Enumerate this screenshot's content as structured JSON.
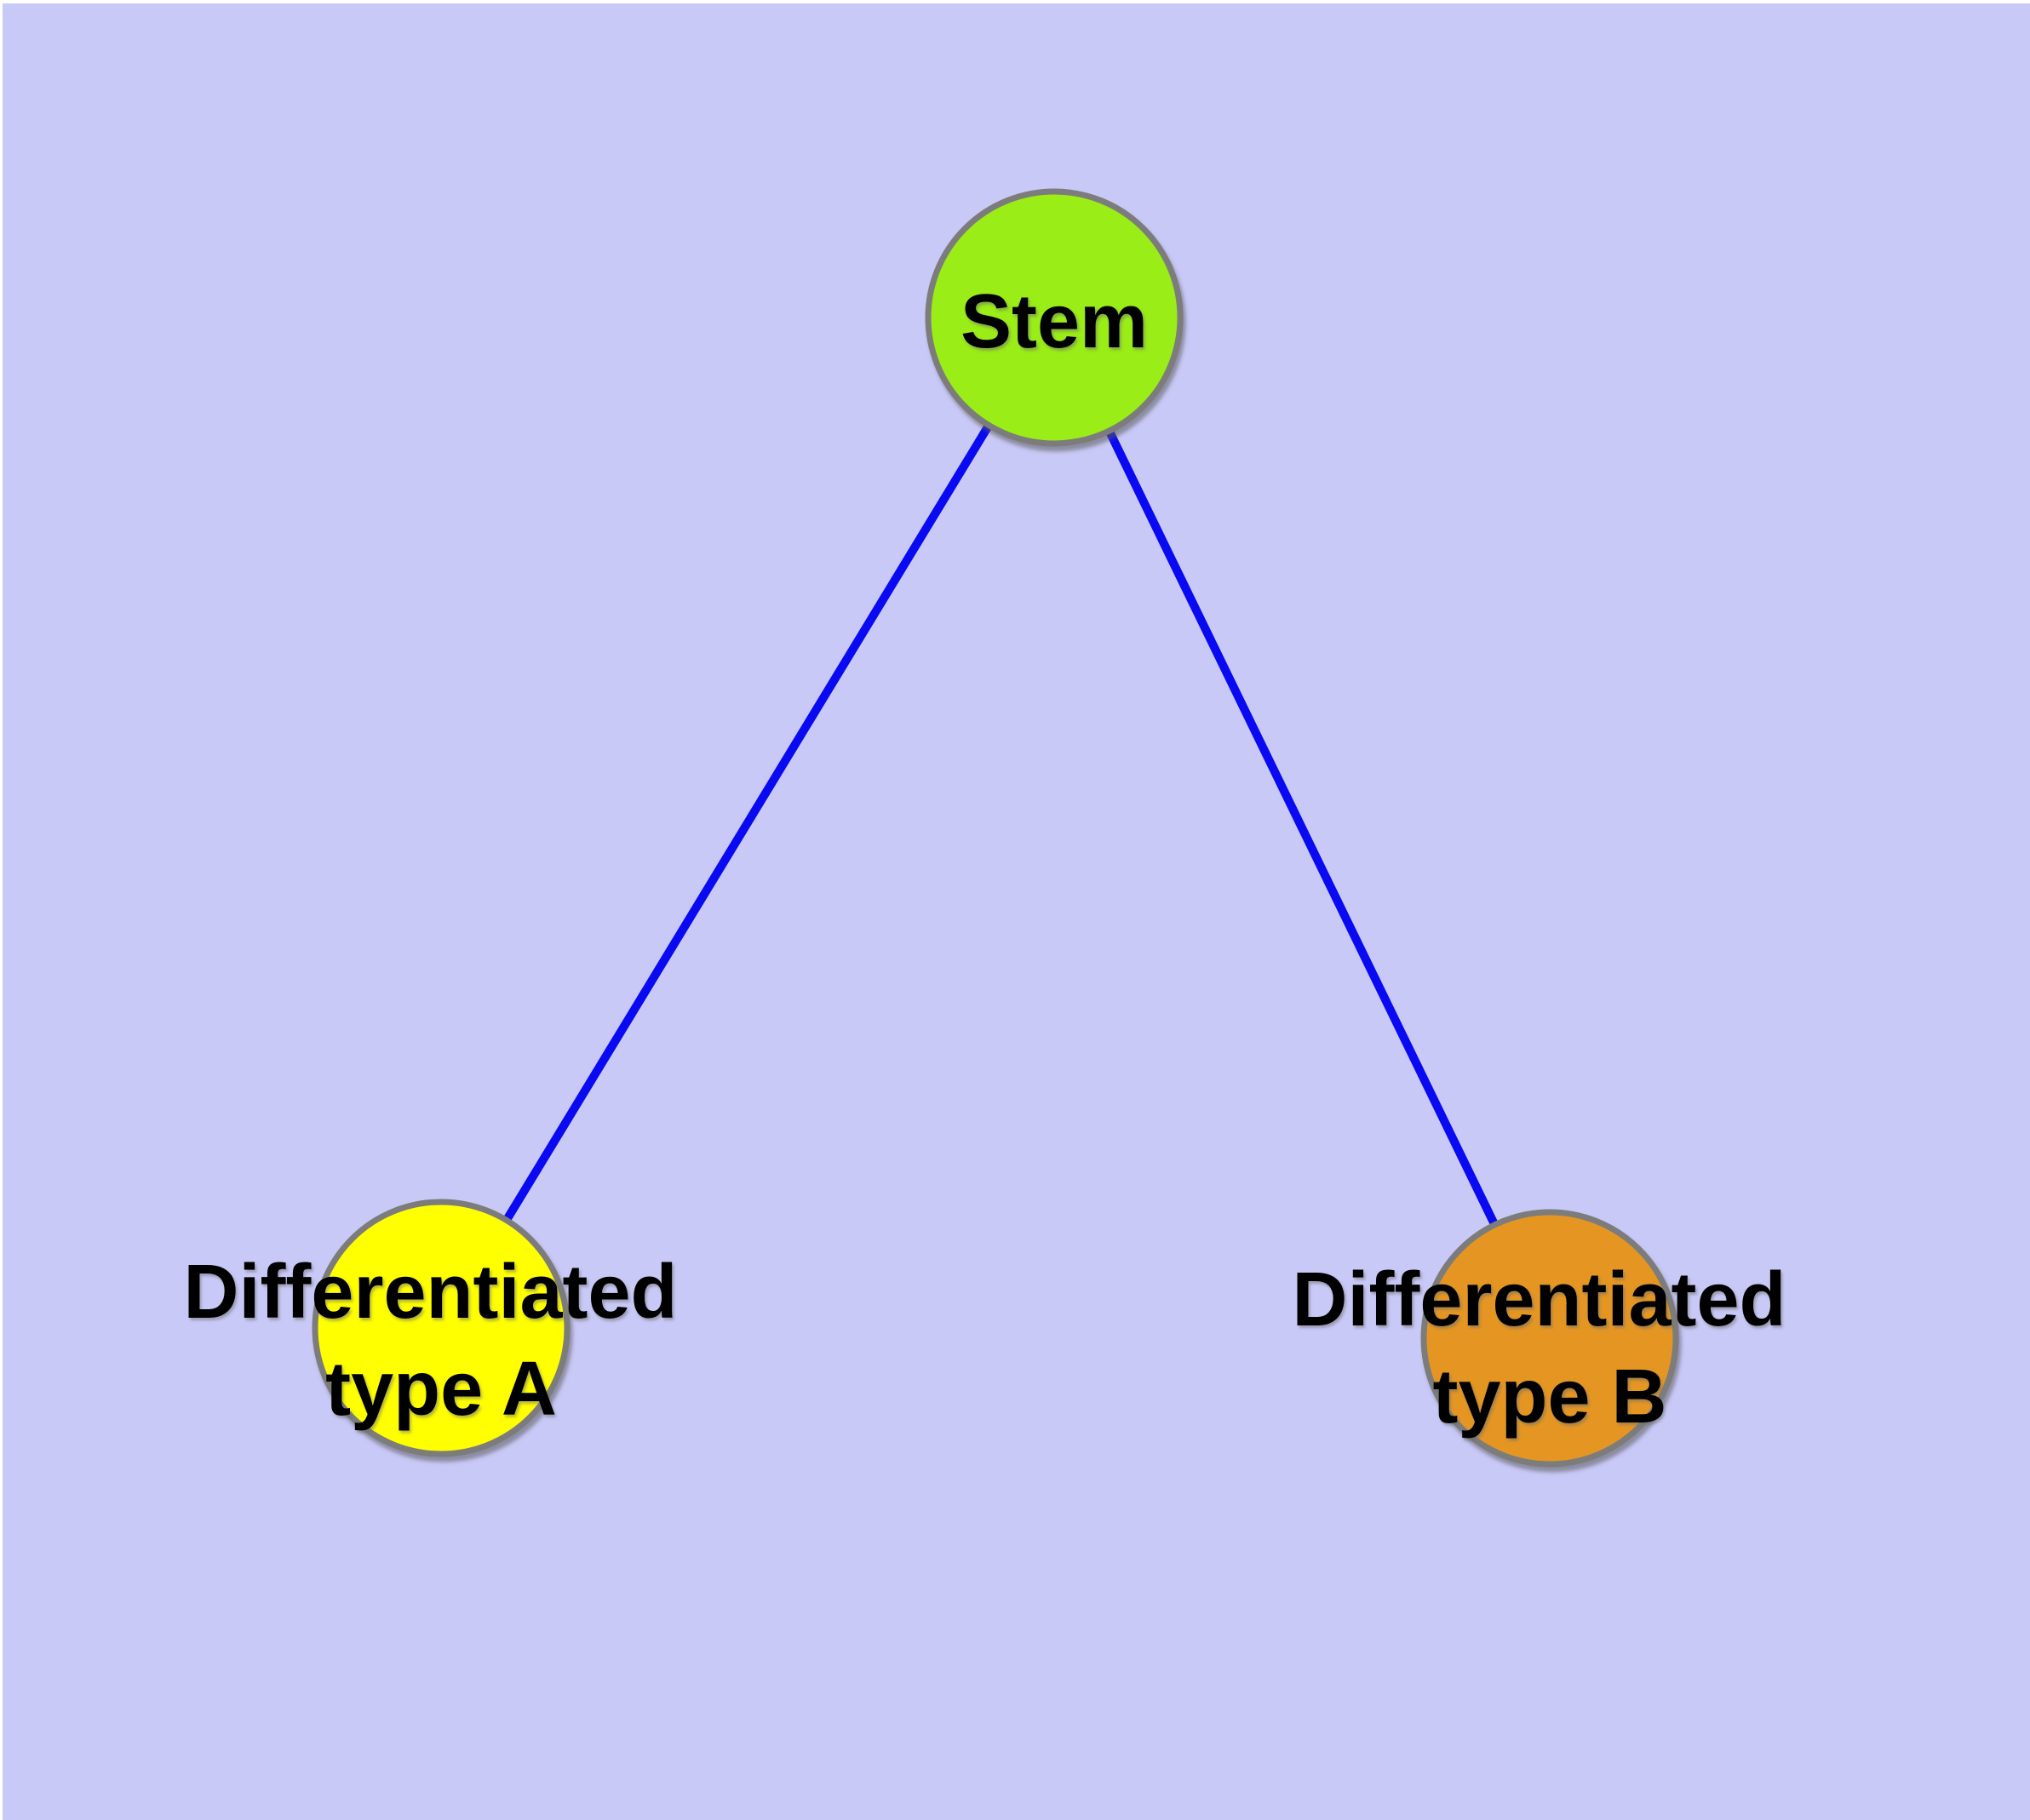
{
  "canvas": {
    "background": "#c9c9f8",
    "frame": "#ffffff"
  },
  "edges": {
    "color": "#0a0af2",
    "items": [
      {
        "from": "Stem",
        "to": "Differentiated type A"
      },
      {
        "from": "Stem",
        "to": "Differentiated type B"
      }
    ]
  },
  "nodes": {
    "stroke_color": "#7b7b7b",
    "stem": {
      "label": "Stem",
      "fill": "#9aed13"
    },
    "type_a": {
      "lines": [
        "Differentiated",
        "type A"
      ],
      "fill": "#ffff00"
    },
    "type_b": {
      "lines": [
        "Differentiated",
        "type B"
      ],
      "fill": "#e59621"
    }
  }
}
